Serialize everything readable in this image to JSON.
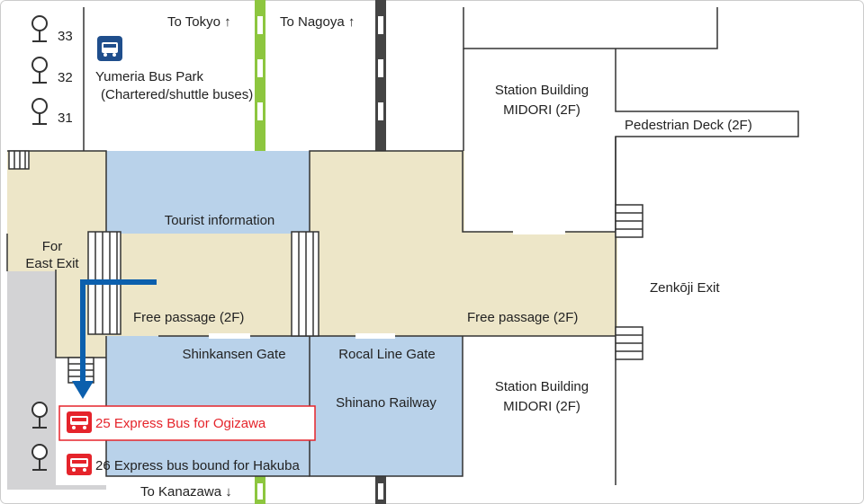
{
  "colors": {
    "passage": "#ede6c8",
    "gate_area": "#b9d2ea",
    "east_exit": "#d3d3d5",
    "jr_line": "#8dc63f",
    "local_line": "#444444",
    "route": "#0b5fad",
    "highlight": "#e5242b",
    "bus_park_icon": "#1f4e8c"
  },
  "labels": {
    "to_tokyo": "To Tokyo ↑",
    "to_nagoya": "To Nagoya ↑",
    "to_kanazawa": "To Kanazawa ↓",
    "bus_park_line1": "Yumeria Bus Park",
    "bus_park_line2": "(Chartered/shuttle buses)",
    "station_building_top_line1": "Station Building",
    "station_building_top_line2": "MIDORI (2F)",
    "pedestrian_deck": "Pedestrian Deck (2F)",
    "tourist_information": "Tourist information",
    "for_east_exit_line1": "For",
    "for_east_exit_line2": "East Exit",
    "free_passage_left": "Free passage (2F)",
    "free_passage_right": "Free passage (2F)",
    "zenkoji_exit": "Zenkōji Exit",
    "shinkansen_gate": "Shinkansen Gate",
    "local_line_gate": "Rocal Line Gate",
    "shinano_railway": "Shinano Railway",
    "station_building_bottom_line1": "Station Building",
    "station_building_bottom_line2": "MIDORI (2F)",
    "stop_33": "33",
    "stop_32": "32",
    "stop_31": "31",
    "bus_25": "25 Express Bus for Ogizawa",
    "bus_26": "26 Express bus bound for Hakuba"
  },
  "icons": {
    "bus_stop": "bus-stop-icon",
    "bus": "bus-icon",
    "stairs": "stairs-icon"
  }
}
